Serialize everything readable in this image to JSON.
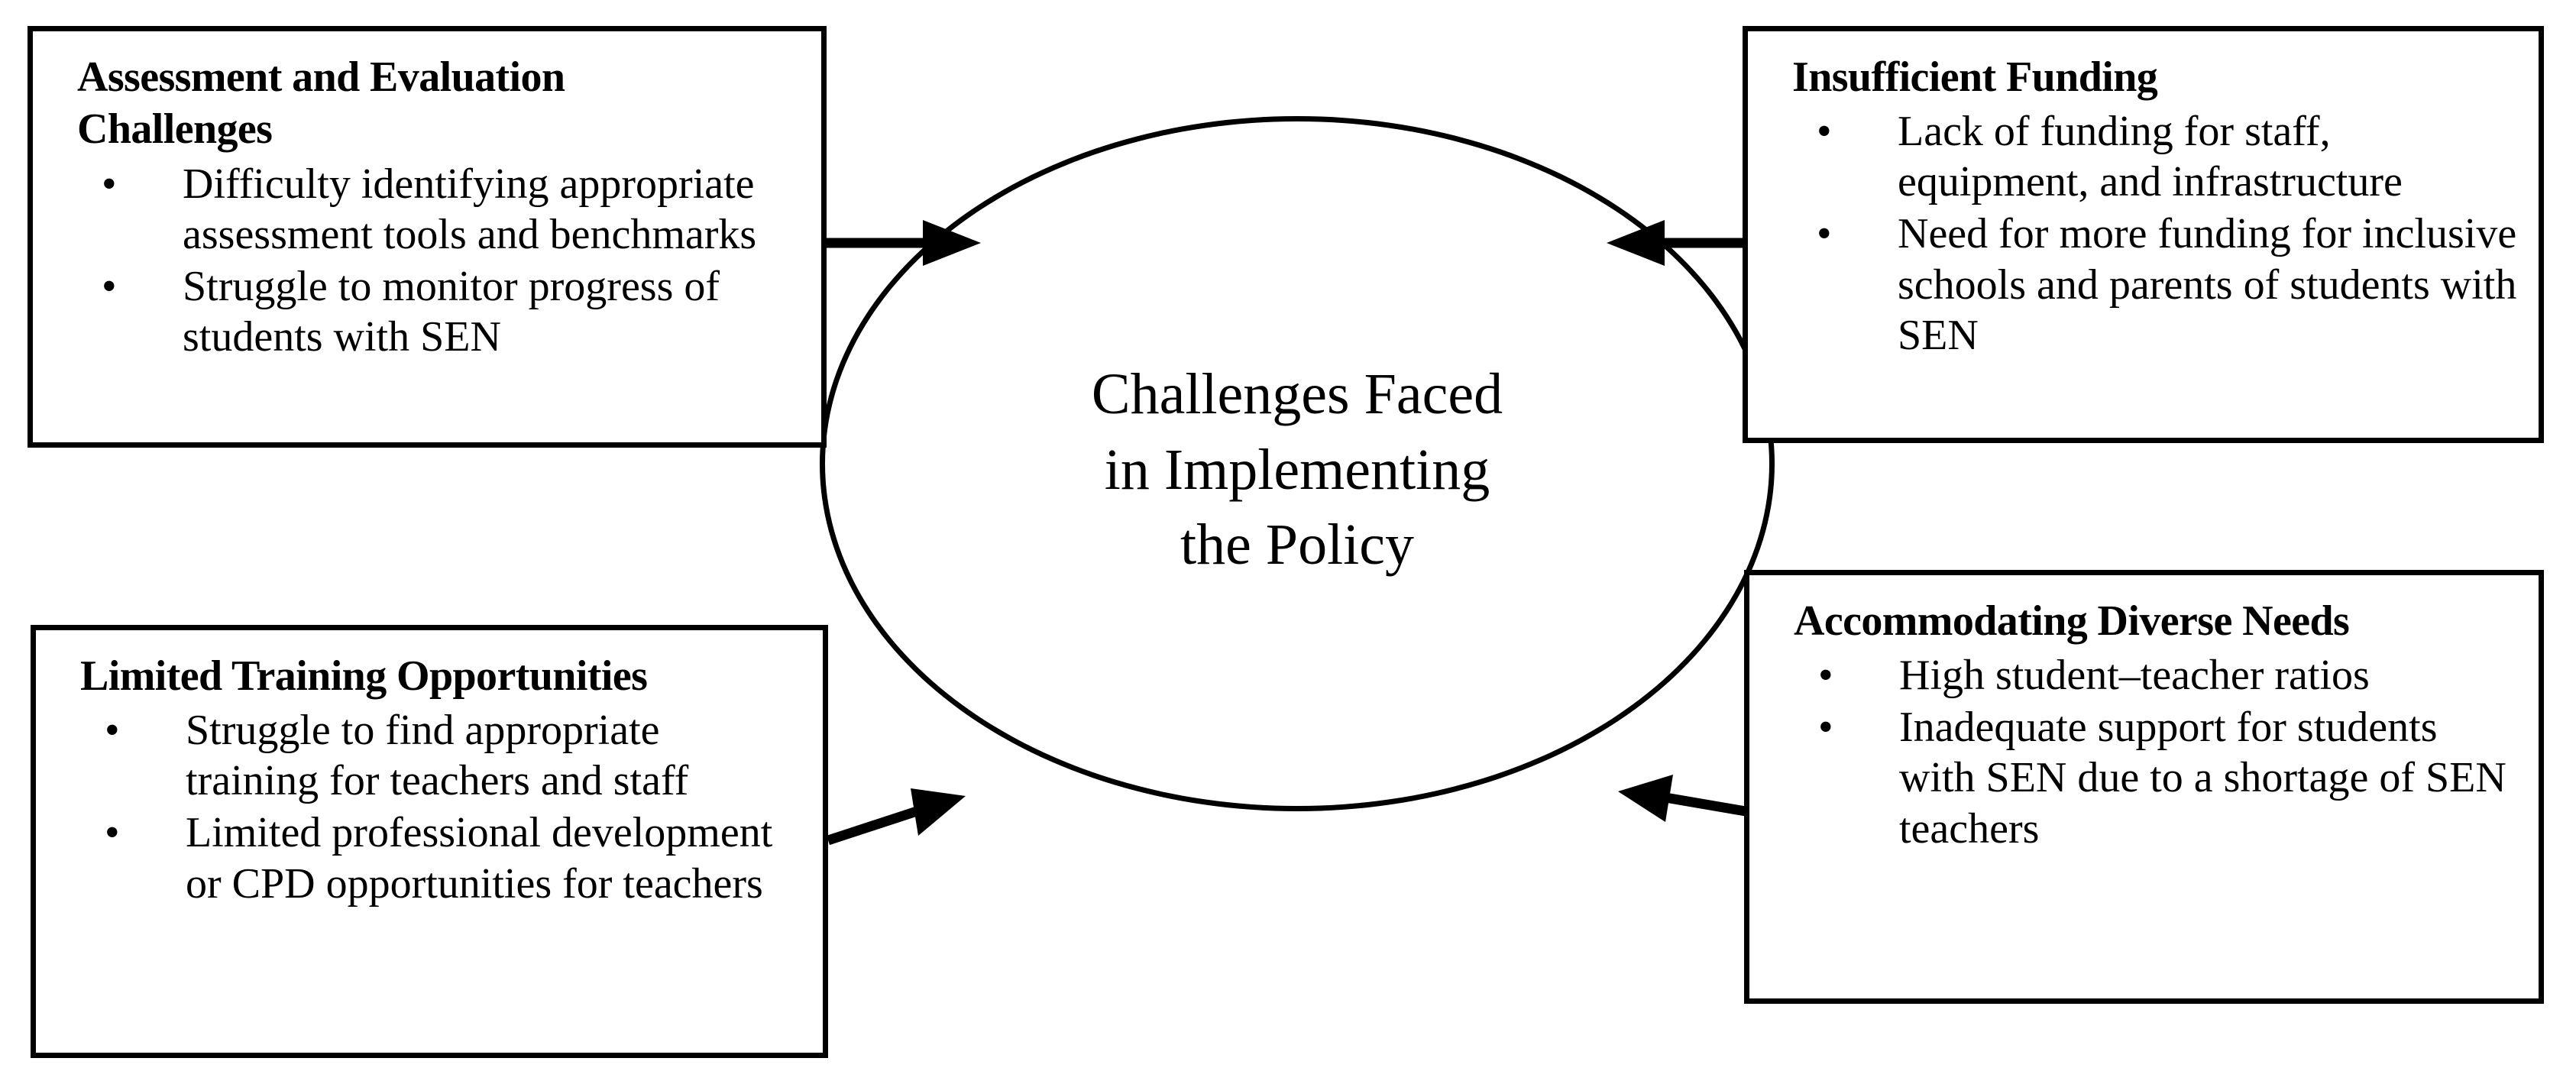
{
  "diagram": {
    "center": {
      "label": "Challenges Faced\nin Implementing\nthe Policy",
      "shape": "ellipse"
    },
    "boxes": [
      {
        "id": "assessment",
        "position": "top-left",
        "title": "Assessment and Evaluation\nChallenges",
        "bullet": "•",
        "items": [
          "Difficulty identifying appropriate assessment tools and benchmarks",
          "Struggle to monitor progress of students with SEN"
        ]
      },
      {
        "id": "funding",
        "position": "top-right",
        "title": "Insufficient Funding",
        "bullet": "•",
        "items": [
          "Lack of funding for staff, equipment, and infrastructure",
          "Need for more funding for inclusive schools and parents of students with SEN"
        ]
      },
      {
        "id": "training",
        "position": "bottom-left",
        "title": "Limited Training Opportunities",
        "bullet": "•",
        "items": [
          "Struggle to find appropriate training for teachers and staff",
          "Limited professional development or CPD opportunities for teachers"
        ]
      },
      {
        "id": "accommodating",
        "position": "bottom-right",
        "title": "Accommodating Diverse Needs",
        "bullet": "•",
        "items": [
          "High student–teacher ratios",
          "Inadequate support for students with SEN due to a shortage of SEN teachers"
        ]
      }
    ],
    "arrows": [
      {
        "id": "arrow-assessment-to-center",
        "from": "assessment",
        "to": "center",
        "direction": "right"
      },
      {
        "id": "arrow-funding-to-center",
        "from": "funding",
        "to": "center",
        "direction": "left"
      },
      {
        "id": "arrow-training-to-center",
        "from": "training",
        "to": "center",
        "direction": "right"
      },
      {
        "id": "arrow-accommodating-to-center",
        "from": "accommodating",
        "to": "center",
        "direction": "left"
      }
    ],
    "colors": {
      "stroke": "#000000",
      "background": "#ffffff",
      "text": "#000000"
    }
  }
}
